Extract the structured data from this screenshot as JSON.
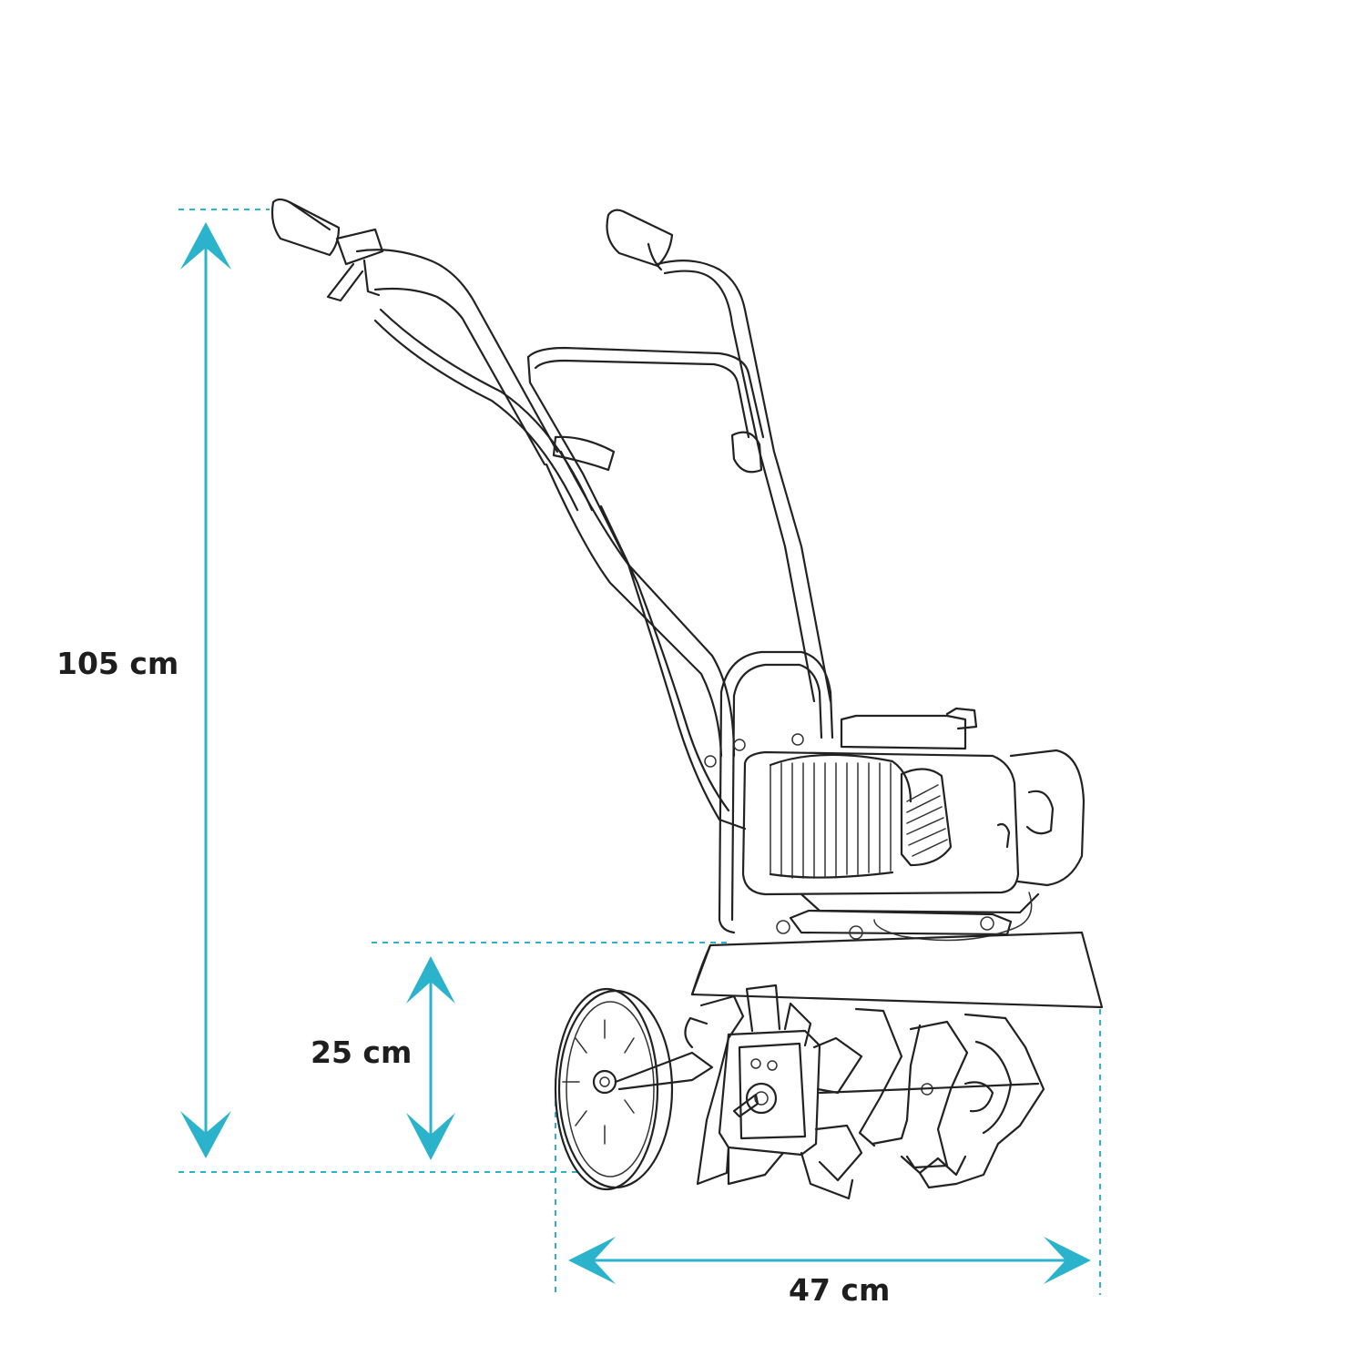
{
  "dimensions": {
    "height_label": "105 cm",
    "tine_height_label": "25 cm",
    "width_label": "47 cm"
  },
  "colors": {
    "dimension_accent": "#2bb3cc",
    "line_art": "#222222",
    "label_text": "#1e1e1e",
    "background": "#ffffff"
  },
  "icons": {
    "machine": "tiller-line-drawing-icon",
    "arrows": "double-headed-arrow-icon"
  }
}
